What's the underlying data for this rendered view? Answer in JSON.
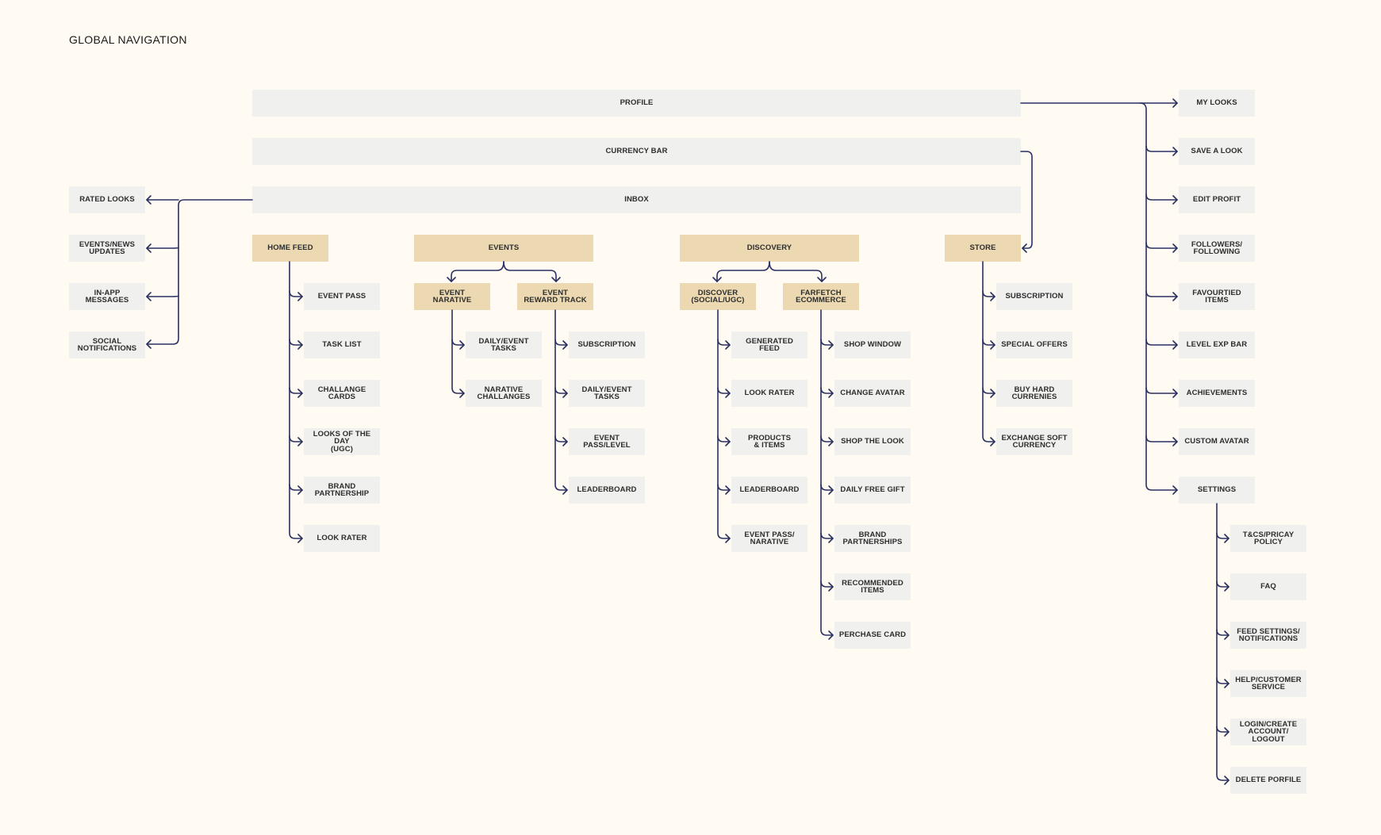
{
  "title": "GLOBAL NAVIGATION",
  "colors": {
    "background": "#fffbf3",
    "section": "#ecd9b1",
    "item": "#f0f0ef",
    "connector": "#2a3060"
  },
  "bars": {
    "profile": "PROFILE",
    "currency_bar": "CURRENCY BAR",
    "inbox": "INBOX"
  },
  "inbox_items": [
    "RATED LOOKS",
    "EVENTS/NEWS\nUPDATES",
    "IN-APP MESSAGES",
    "SOCIAL\nNOTIFICATIONS"
  ],
  "sections": {
    "home_feed": {
      "label": "HOME FEED",
      "items": [
        "EVENT PASS",
        "TASK LIST",
        "CHALLANGE\nCARDS",
        "LOOKS OF THE DAY\n(UGC)",
        "BRAND\nPARTNERSHIP",
        "LOOK RATER"
      ]
    },
    "events": {
      "label": "EVENTS",
      "narrative": {
        "label": "EVENT\nNARATIVE",
        "items": [
          "DAILY/EVENT TASKS",
          "NARATIVE\nCHALLANGES"
        ]
      },
      "reward_track": {
        "label": "EVENT\nREWARD TRACK",
        "items": [
          "SUBSCRIPTION",
          "DAILY/EVENT TASKS",
          "EVENT PASS/LEVEL",
          "LEADERBOARD"
        ]
      }
    },
    "discovery": {
      "label": "DISCOVERY",
      "discover": {
        "label": "DISCOVER\n(SOCIAL/UGC)",
        "items": [
          "GENERATED FEED",
          "LOOK RATER",
          "PRODUCTS\n& ITEMS",
          "LEADERBOARD",
          "EVENT PASS/\nNARATIVE"
        ]
      },
      "farfetch": {
        "label": "FARFETCH\nECOMMERCE",
        "items": [
          "SHOP WINDOW",
          "CHANGE AVATAR",
          "SHOP THE LOOK",
          "DAILY FREE GIFT",
          "BRAND\nPARTNERSHIPS",
          "RECOMMENDED\nITEMS",
          "PERCHASE CARD"
        ]
      }
    },
    "store": {
      "label": "STORE",
      "items": [
        "SUBSCRIPTION",
        "SPECIAL OFFERS",
        "BUY HARD\nCURRENIES",
        "EXCHANGE SOFT\nCURRENCY"
      ]
    }
  },
  "profile_items": [
    "MY LOOKS",
    "SAVE A LOOK",
    "EDIT PROFIT",
    "FOLLOWERS/\nFOLLOWING",
    "FAVOURTIED\nITEMS",
    "LEVEL EXP BAR",
    "ACHIEVEMENTS",
    "CUSTOM AVATAR",
    "SETTINGS"
  ],
  "settings_items": [
    "T&CS/PRICAY POLICY",
    "FAQ",
    "FEED SETTINGS/\nNOTIFICATIONS",
    "HELP/CUSTOMER\nSERVICE",
    "LOGIN/CREATE\nACCOUNT/ LOGOUT",
    "DELETE PORFILE"
  ]
}
